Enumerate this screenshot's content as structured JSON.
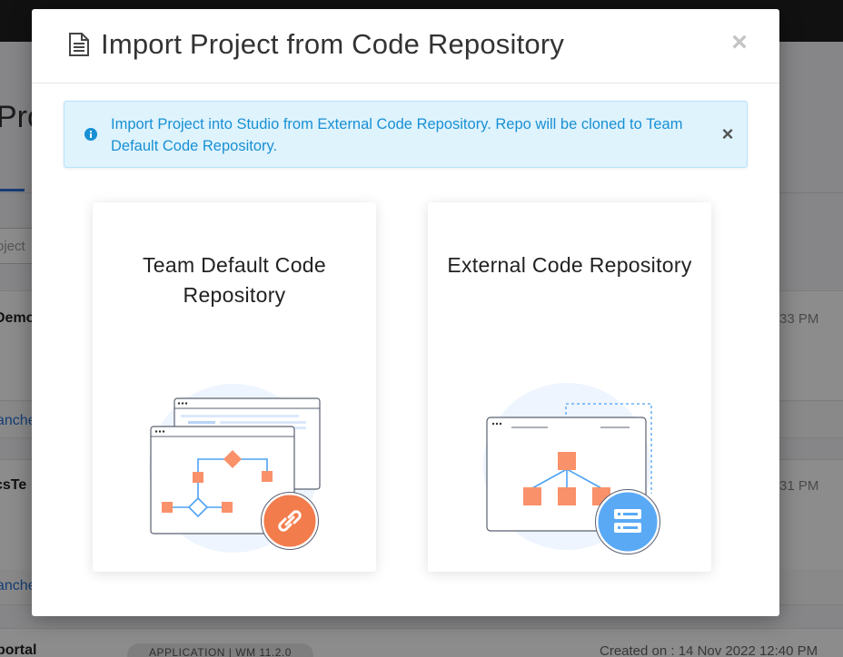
{
  "background": {
    "page_title": "Pro",
    "search_placeholder": "oject",
    "rows": [
      {
        "name": "Demo",
        "time": "33 PM",
        "link": "anche"
      },
      {
        "name": "csTe",
        "time": "31 PM",
        "link": "anche"
      },
      {
        "name": "portal",
        "badge": "APPLICATION | WM 11.2.0",
        "created": "Created on : 14 Nov 2022 12:40 PM"
      }
    ]
  },
  "modal": {
    "title": "Import Project from Code Repository",
    "title_icon": "document-icon",
    "close_label": "×",
    "alert": {
      "icon": "info-icon",
      "text": "Import Project into Studio from External Code Repository. Repo will be cloned to Team Default Code Repository.",
      "close_label": "×"
    },
    "options": [
      {
        "title": "Team Default Code Repository",
        "icon": "link-icon"
      },
      {
        "title": "External Code Repository",
        "icon": "server-icon"
      }
    ]
  },
  "colors": {
    "accent_blue": "#1890d4",
    "alert_bg": "#dff3fd",
    "illustration_orange": "#f9916a",
    "illustration_blue": "#4ea2f4",
    "link_badge": "#f27c4c",
    "server_badge": "#5aa9f5"
  }
}
